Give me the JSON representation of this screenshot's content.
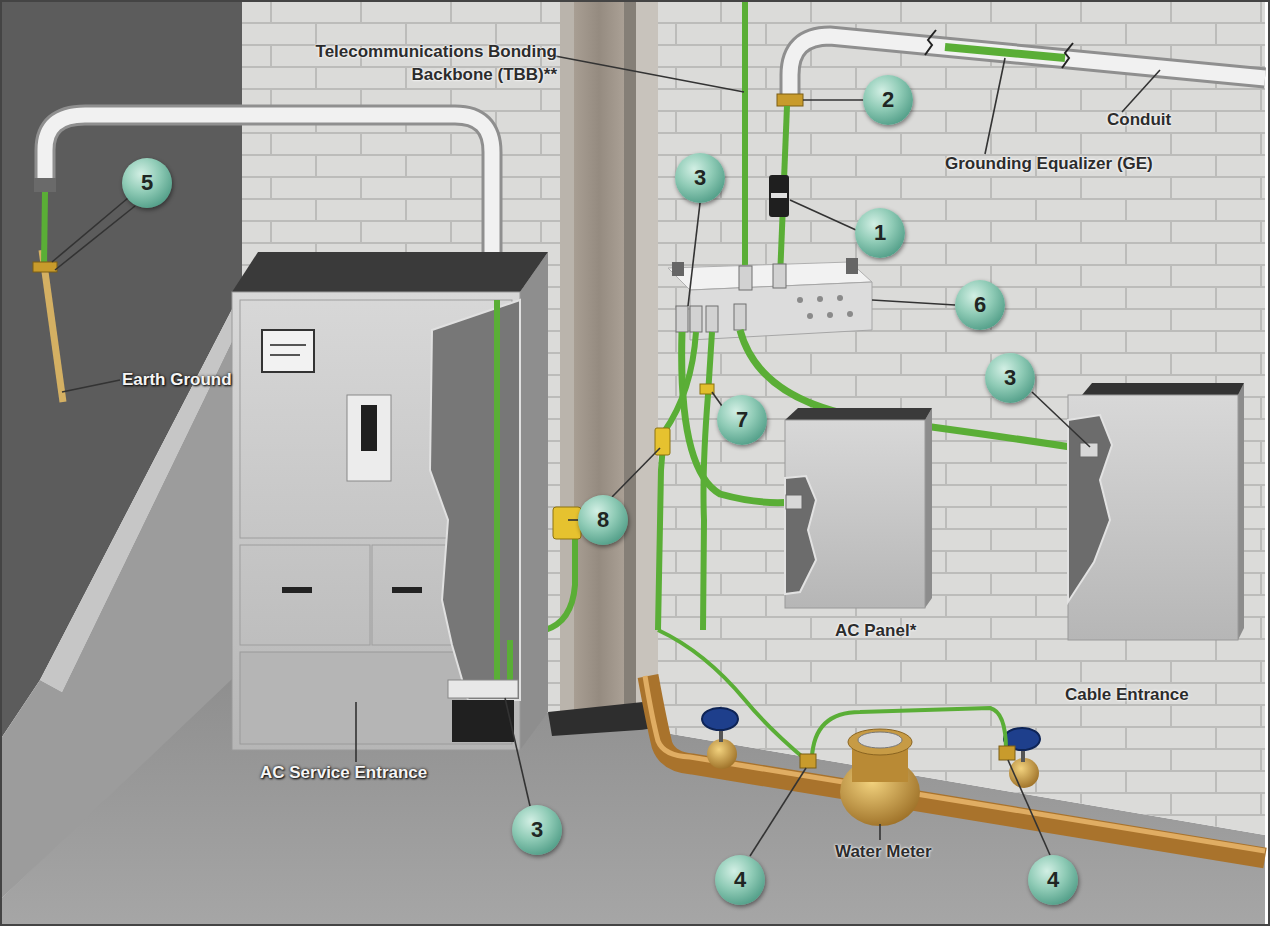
{
  "diagram": {
    "nodes": [
      {
        "text": [
          "2"
        ]
      },
      {
        "text": [
          "5"
        ]
      },
      {
        "text": [
          "3"
        ]
      },
      {
        "text": [
          "1"
        ]
      },
      {
        "text": [
          "6"
        ]
      },
      {
        "text": [
          "3"
        ]
      },
      {
        "text": [
          "7"
        ]
      },
      {
        "text": [
          "AC Service Entrance"
        ]
      },
      {
        "text": [
          "8"
        ]
      },
      {
        "text": [
          "AC Panel*"
        ]
      },
      {
        "text": [
          "Cable Entrance"
        ]
      },
      {
        "text": [
          "3"
        ]
      },
      {
        "text": [
          "4"
        ]
      },
      {
        "text": [
          "4"
        ]
      }
    ],
    "labels": [
      "Telecommunications Bonding Backbone (TBB)**",
      "Conduit",
      "Grounding Equalizer (GE)",
      "Earth Ground",
      "Water Meter"
    ]
  }
}
